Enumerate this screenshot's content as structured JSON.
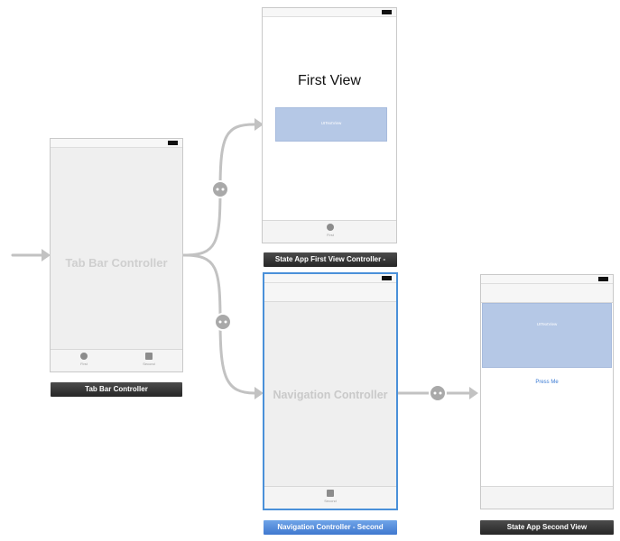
{
  "storyboard": {
    "tab_bar_controller": {
      "title": "Tab Bar Controller",
      "scene_label": "Tab Bar Controller",
      "tabs": [
        {
          "label": "First",
          "icon": "circle-tab-icon"
        },
        {
          "label": "Second",
          "icon": "square-tab-icon"
        }
      ]
    },
    "first_view": {
      "title": "First View",
      "textview_label": "UITextView",
      "tab_label": "First",
      "scene_label": "State App First View Controller -"
    },
    "navigation_controller": {
      "title": "Navigation Controller",
      "tab_label": "Second",
      "scene_label": "Navigation Controller - Second"
    },
    "second_view": {
      "textview_label": "UITextView",
      "button_label": "Press Me",
      "scene_label": "State App Second View"
    }
  },
  "colors": {
    "selection": "#4a90d9",
    "textview_fill": "#b5c8e6",
    "button_text": "#3b7bd4"
  }
}
